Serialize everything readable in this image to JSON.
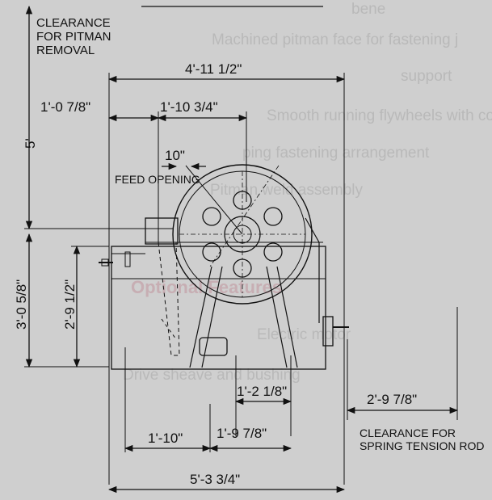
{
  "background_text": {
    "line1": "Machined pitman face for fastening j",
    "line2": "support",
    "line3": "Smooth running flywheels with comp",
    "line4": "ping fastening arrangement",
    "line5": "Pitman weld assembly",
    "heading": "Optional Features",
    "line6": "Electric motor",
    "line7": "Drive sheave and bushing",
    "top_fragment": "bene"
  },
  "labels": {
    "clearance_pitman": [
      "CLEARANCE",
      "FOR PITMAN",
      "REMOVAL"
    ],
    "clearance_spring": [
      "CLEARANCE FOR",
      "SPRING TENSION ROD"
    ],
    "feed_opening": "FEED OPENING"
  },
  "dimensions": {
    "overall_top": "4'-11 1/2\"",
    "height_total": "5'",
    "left_offset": "1'-0 7/8\"",
    "flywheel_offset": "1'-10 3/4\"",
    "feed_width": "10\"",
    "base_height": "3'-0 5/8\"",
    "frame_height": "2'-9 1/2\"",
    "rear_offset": "1'-2 1/8\"",
    "spring_clearance": "2'-9 7/8\"",
    "base_left": "1'-10\"",
    "base_mid": "1'-9 7/8\"",
    "overall_bottom": "5'-3 3/4\""
  },
  "colors": {
    "background": "#cfcfcf",
    "line": "#111111",
    "ghost_text": "#b9b9b9",
    "ghost_heading": "#c7aeb3"
  }
}
